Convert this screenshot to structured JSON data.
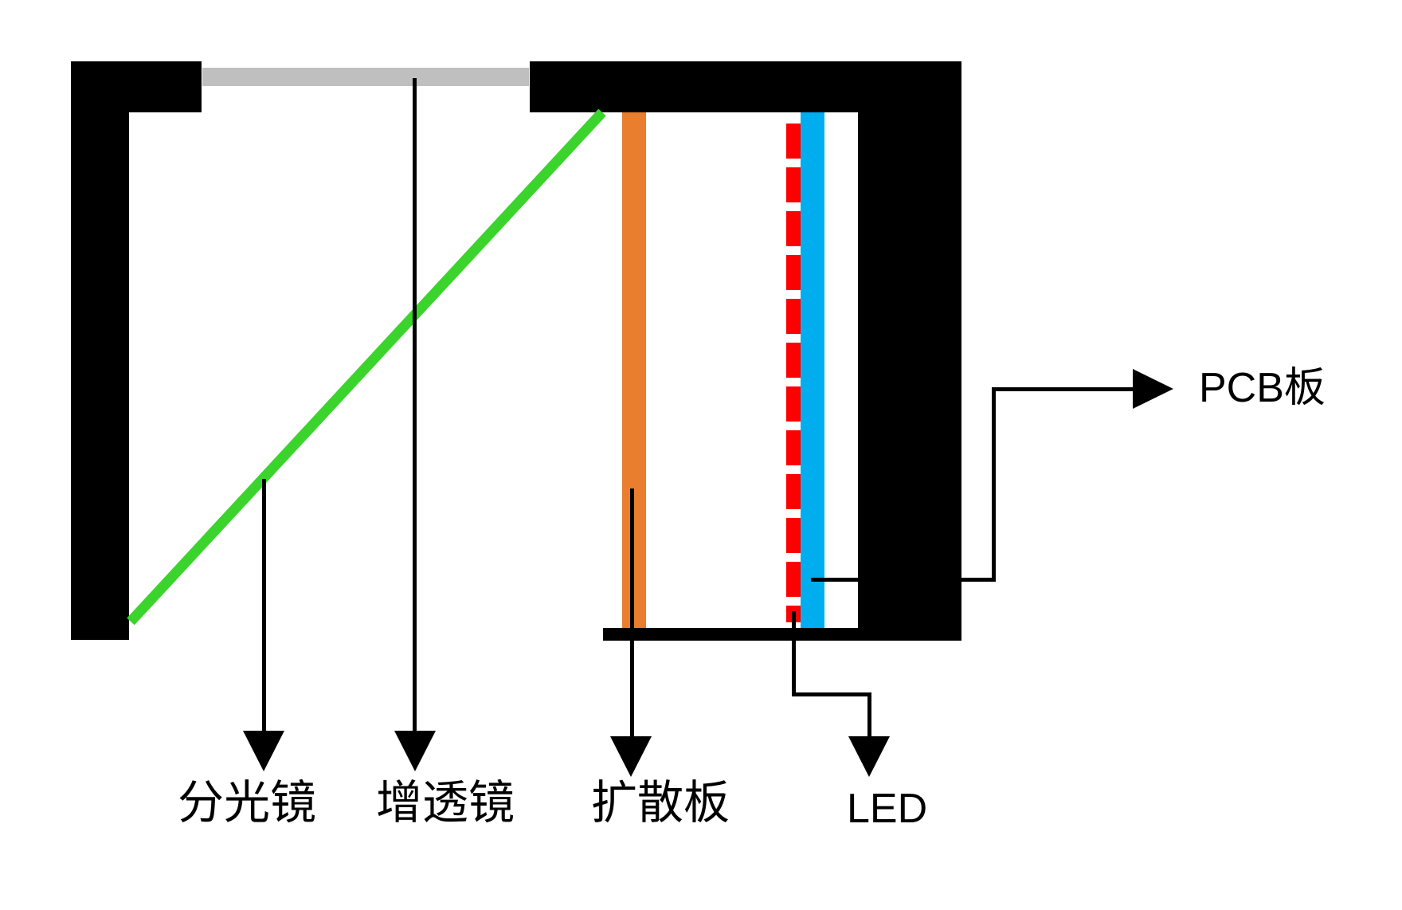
{
  "diagram": {
    "labels": {
      "beam_splitter": "分光镜",
      "ar_lens": "增透镜",
      "diffuser": "扩散板",
      "led": "LED",
      "pcb": "PCB板"
    },
    "colors": {
      "frame": "#000000",
      "ar_lens": "#BFBFBF",
      "diffuser": "#E87E2E",
      "led": "#FF0000",
      "pcb": "#00AEEF",
      "beam_splitter": "#3BD42C",
      "pointer": "#000000",
      "background": "#FFFFFF"
    }
  }
}
